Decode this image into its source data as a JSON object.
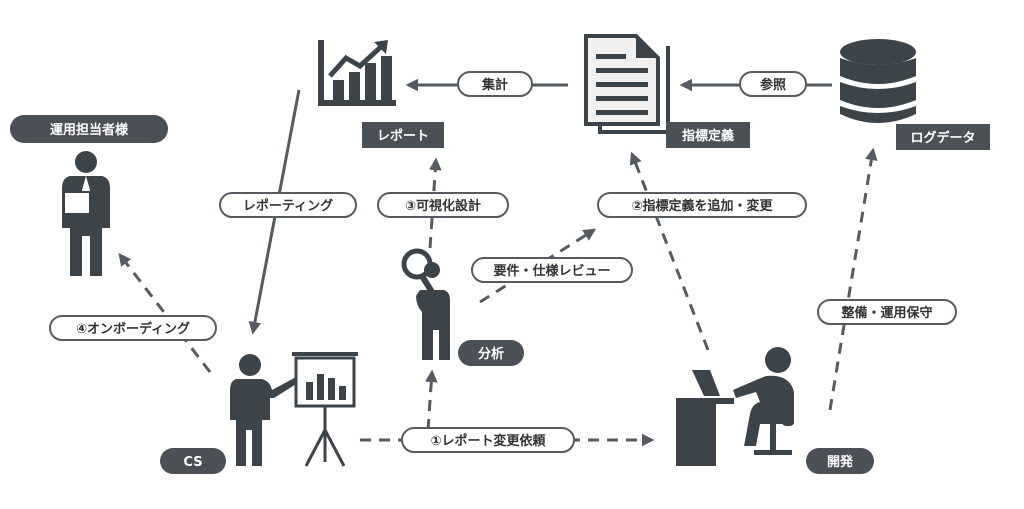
{
  "nodes": {
    "report": "レポート",
    "metric_definition": "指標定義",
    "log_data": "ログデータ",
    "operator": "運用担当者様",
    "analysis": "分析",
    "cs": "CS",
    "dev": "開発"
  },
  "edges": {
    "aggregate": "集計",
    "reference": "参照",
    "reporting": "レポーティング",
    "visual_design": "③可視化設計",
    "add_change_metric": "②指標定義を追加・変更",
    "requirement_review": "要件・仕様レビュー",
    "onboarding": "④オンボーディング",
    "maintenance": "整備・運用保守",
    "report_change_request": "①レポート変更依頼"
  },
  "colors": {
    "dark": "#3d4449",
    "arrow": "#555b60",
    "tag": "#4a5055"
  }
}
